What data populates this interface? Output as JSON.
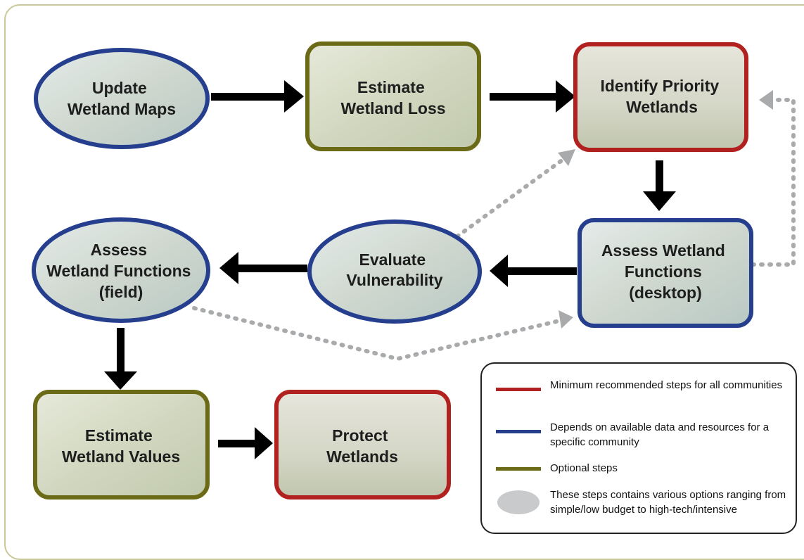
{
  "colors": {
    "red": "#b0211f",
    "blue": "#253f8e",
    "olive": "#6b6a16",
    "gray_dot": "#a9aaac",
    "arrow": "#000000"
  },
  "nodes": {
    "update_maps": {
      "lines": [
        "Update",
        "Wetland Maps"
      ],
      "category": "blue",
      "shape": "ellipse"
    },
    "estimate_loss": {
      "lines": [
        "Estimate",
        "Wetland Loss"
      ],
      "category": "olive",
      "shape": "rect"
    },
    "identify_priority": {
      "lines": [
        "Identify Priority",
        "Wetlands"
      ],
      "category": "red",
      "shape": "rect"
    },
    "assess_desktop": {
      "lines": [
        "Assess Wetland",
        "Functions",
        "(desktop)"
      ],
      "category": "blue",
      "shape": "rect"
    },
    "evaluate_vulnerability": {
      "lines": [
        "Evaluate",
        "Vulnerability"
      ],
      "category": "blue",
      "shape": "ellipse"
    },
    "assess_field": {
      "lines": [
        "Assess",
        "Wetland  Functions",
        "(field)"
      ],
      "category": "blue",
      "shape": "ellipse"
    },
    "estimate_values": {
      "lines": [
        "Estimate",
        "Wetland Values"
      ],
      "category": "olive",
      "shape": "rect"
    },
    "protect": {
      "lines": [
        "Protect",
        "Wetlands"
      ],
      "category": "red",
      "shape": "rect"
    }
  },
  "legend": {
    "items": [
      {
        "swatch": "red",
        "text": "Minimum recommended steps for all communities"
      },
      {
        "swatch": "blue",
        "text": "Depends on available data and resources for a specific community"
      },
      {
        "swatch": "olive",
        "text": "Optional steps"
      },
      {
        "swatch": "gray_dot",
        "text": "These steps contains various options ranging from simple/low budget to high-tech/intensive"
      }
    ]
  }
}
